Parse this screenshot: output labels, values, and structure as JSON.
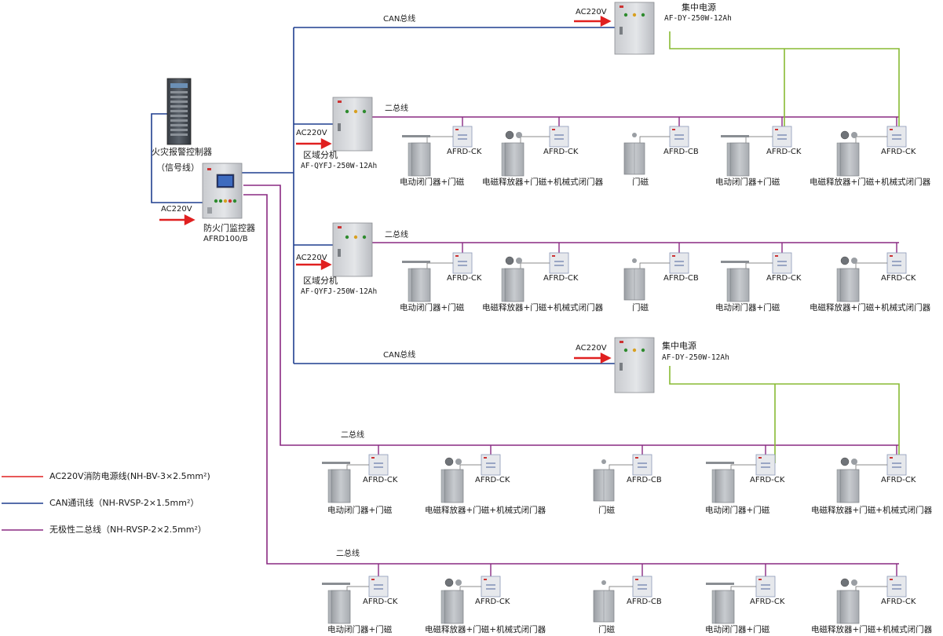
{
  "legend": [
    {
      "label": "AC220V消防电源线(NH-BV-3×2.5mm²)",
      "color": "#e02020"
    },
    {
      "label": "CAN通讯线（NH-RVSP-2×1.5mm²）",
      "color": "#1f3f8f"
    },
    {
      "label": "无极性二总线（NH-RVSP-2×2.5mm²）",
      "color": "#8a2a82"
    }
  ],
  "colors": {
    "can": "#1f3f8f",
    "bus": "#8a2a82",
    "power": "#e02020",
    "green": "#88bb33",
    "sig": "#2a5fb0"
  },
  "fire_alarm": {
    "title": "火灾报警控制器",
    "signal": "（信号线）"
  },
  "monitor": {
    "ac": "AC220V",
    "name": "防火门监控器",
    "model": "AFRD100/B"
  },
  "power1": {
    "can": "CAN总线",
    "ac": "AC220V",
    "name": "集中电源",
    "model": "AF-DY-250W-12Ah"
  },
  "power2": {
    "can": "CAN总线",
    "ac": "AC220V",
    "name": "集中电源",
    "model": "AF-DY-250W-12Ah"
  },
  "sub1": {
    "ac": "AC220V",
    "name": "区域分机",
    "model": "AF-QYFJ-250W-12Ah",
    "bus": "二总线"
  },
  "sub2": {
    "ac": "AC220V",
    "name": "区域分机",
    "model": "AF-QYFJ-250W-12Ah",
    "bus": "二总线"
  },
  "row3": {
    "bus": "二总线"
  },
  "row4": {
    "bus": "二总线"
  },
  "rows": [
    {
      "items": [
        {
          "module": "AFRD-CK",
          "caption": "电动闭门器+门磁"
        },
        {
          "module": "AFRD-CK",
          "caption": "电磁释放器+门磁+机械式闭门器"
        },
        {
          "module": "AFRD-CB",
          "caption": "门磁"
        },
        {
          "module": "AFRD-CK",
          "caption": "电动闭门器+门磁"
        },
        {
          "module": "AFRD-CK",
          "caption": "电磁释放器+门磁+机械式闭门器"
        }
      ]
    },
    {
      "items": [
        {
          "module": "AFRD-CK",
          "caption": "电动闭门器+门磁"
        },
        {
          "module": "AFRD-CK",
          "caption": "电磁释放器+门磁+机械式闭门器"
        },
        {
          "module": "AFRD-CB",
          "caption": "门磁"
        },
        {
          "module": "AFRD-CK",
          "caption": "电动闭门器+门磁"
        },
        {
          "module": "AFRD-CK",
          "caption": "电磁释放器+门磁+机械式闭门器"
        }
      ]
    },
    {
      "items": [
        {
          "module": "AFRD-CK",
          "caption": "电动闭门器+门磁"
        },
        {
          "module": "AFRD-CK",
          "caption": "电磁释放器+门磁+机械式闭门器"
        },
        {
          "module": "AFRD-CB",
          "caption": "门磁"
        },
        {
          "module": "AFRD-CK",
          "caption": "电动闭门器+门磁"
        },
        {
          "module": "AFRD-CK",
          "caption": "电磁释放器+门磁+机械式闭门器"
        }
      ]
    },
    {
      "items": [
        {
          "module": "AFRD-CK",
          "caption": "电动闭门器+门磁"
        },
        {
          "module": "AFRD-CK",
          "caption": "电磁释放器+门磁+机械式闭门器"
        },
        {
          "module": "AFRD-CB",
          "caption": "门磁"
        },
        {
          "module": "AFRD-CK",
          "caption": "电动闭门器+门磁"
        },
        {
          "module": "AFRD-CK",
          "caption": "电磁释放器+门磁+机械式闭门器"
        }
      ]
    }
  ]
}
